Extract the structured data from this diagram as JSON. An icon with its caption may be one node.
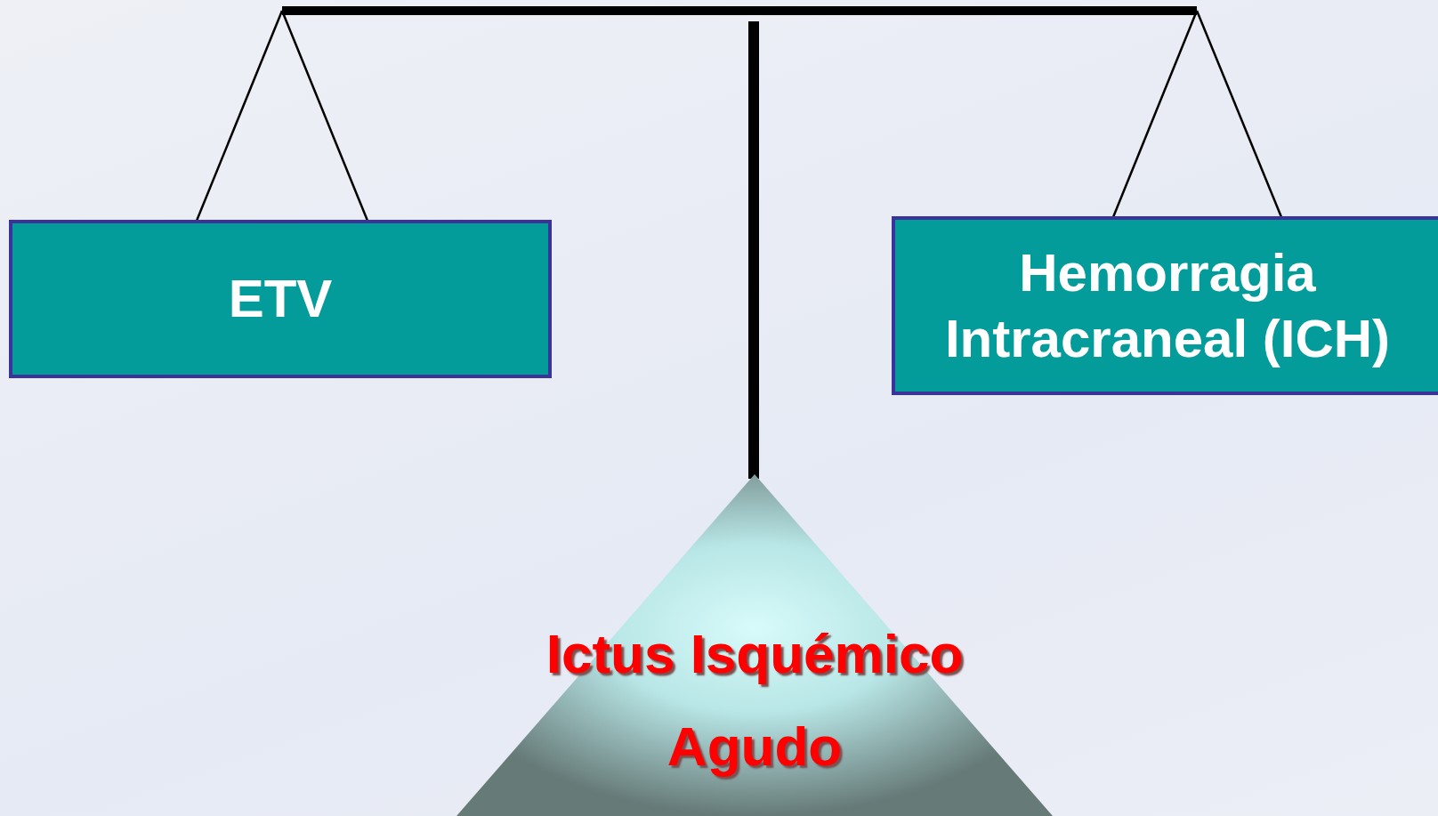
{
  "diagram": {
    "nodes": [
      {
        "text": [
          "ETV"
        ]
      },
      {
        "text": [
          "Hemorragia Intracraneal (ICH)"
        ]
      },
      {
        "text": [
          "Ictus Isquémico Agudo"
        ]
      }
    ]
  }
}
